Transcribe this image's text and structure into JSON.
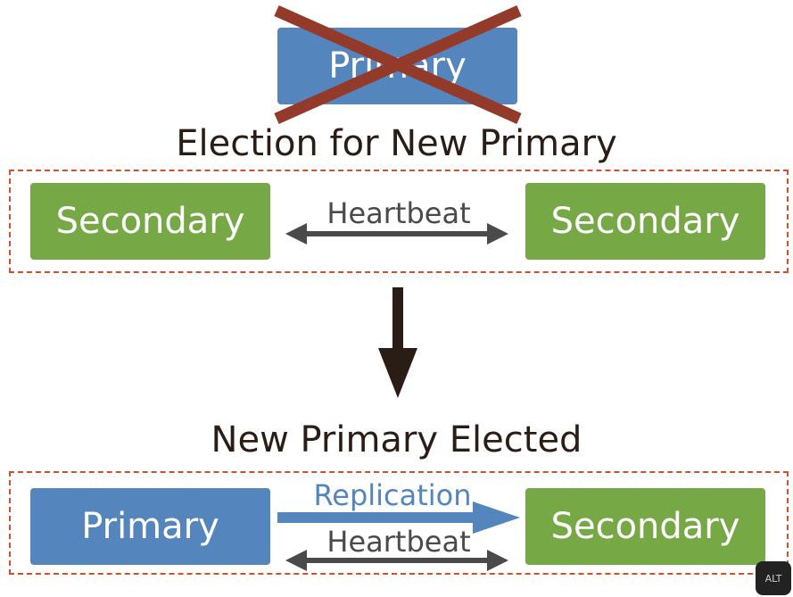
{
  "old_primary": {
    "label": "Primary",
    "status": "failed"
  },
  "election_title": "Election for New Primary",
  "election_group": {
    "left_node": "Secondary",
    "right_node": "Secondary",
    "link_label": "Heartbeat"
  },
  "result_title": "New Primary Elected",
  "result_group": {
    "left_node": "Primary",
    "right_node": "Secondary",
    "replication_label": "Replication",
    "heartbeat_label": "Heartbeat"
  },
  "badge": "ALT",
  "colors": {
    "primary": "#5585bd",
    "secondary": "#76a846",
    "cross": "#933a2b",
    "dashed": "#c8532f",
    "text": "#2a1d16",
    "arrow": "#4a4a4a"
  }
}
